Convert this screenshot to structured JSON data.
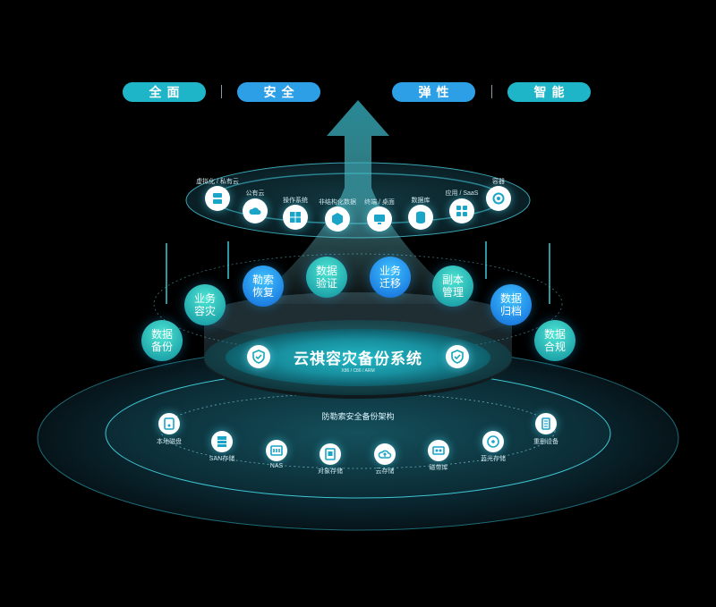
{
  "header": {
    "pills": [
      {
        "label": "全面",
        "color": "#1fb5c9"
      },
      {
        "label": "安全",
        "color": "#2c9fe6"
      },
      {
        "label": "弹性",
        "color": "#2c9fe6"
      },
      {
        "label": "智能",
        "color": "#1fb5c9"
      }
    ]
  },
  "top_ring": {
    "nodes": [
      {
        "label": "虚拟化 / 私有云",
        "icon": "server-icon"
      },
      {
        "label": "公有云",
        "icon": "cloud-icon"
      },
      {
        "label": "操作系统",
        "icon": "windows-icon"
      },
      {
        "label": "非结构化数据",
        "icon": "cube-icon"
      },
      {
        "label": "终端 / 桌面",
        "icon": "monitor-icon"
      },
      {
        "label": "数据库",
        "icon": "database-icon"
      },
      {
        "label": "应用 / SaaS",
        "icon": "apps-icon"
      },
      {
        "label": "容器",
        "icon": "container-icon"
      }
    ]
  },
  "features": {
    "bubbles": [
      {
        "label": "数据备份",
        "style": "teal"
      },
      {
        "label": "业务容灾",
        "style": "teal"
      },
      {
        "label": "勒索恢复",
        "style": "blue"
      },
      {
        "label": "数据验证",
        "style": "teal"
      },
      {
        "label": "业务迁移",
        "style": "blue"
      },
      {
        "label": "副本管理",
        "style": "teal"
      },
      {
        "label": "数据归档",
        "style": "blue"
      },
      {
        "label": "数据合规",
        "style": "teal"
      }
    ]
  },
  "core": {
    "title": "云祺容灾备份系统",
    "subtitle": "X86 / C86 / ARM"
  },
  "base": {
    "title": "防勒索安全备份架构",
    "nodes": [
      {
        "label": "本地磁盘",
        "icon": "disk-icon"
      },
      {
        "label": "SAN存储",
        "icon": "san-icon"
      },
      {
        "label": "NAS",
        "icon": "nas-icon"
      },
      {
        "label": "对象存储",
        "icon": "object-storage-icon"
      },
      {
        "label": "云存储",
        "icon": "cloud-storage-icon"
      },
      {
        "label": "磁带库",
        "icon": "tape-icon"
      },
      {
        "label": "蓝光存储",
        "icon": "disc-icon"
      },
      {
        "label": "重删设备",
        "icon": "dedup-icon"
      }
    ]
  },
  "colors": {
    "accent_teal": "#1fb5c9",
    "accent_blue": "#2c9fe6",
    "ring_glow": "#36d3e0"
  }
}
